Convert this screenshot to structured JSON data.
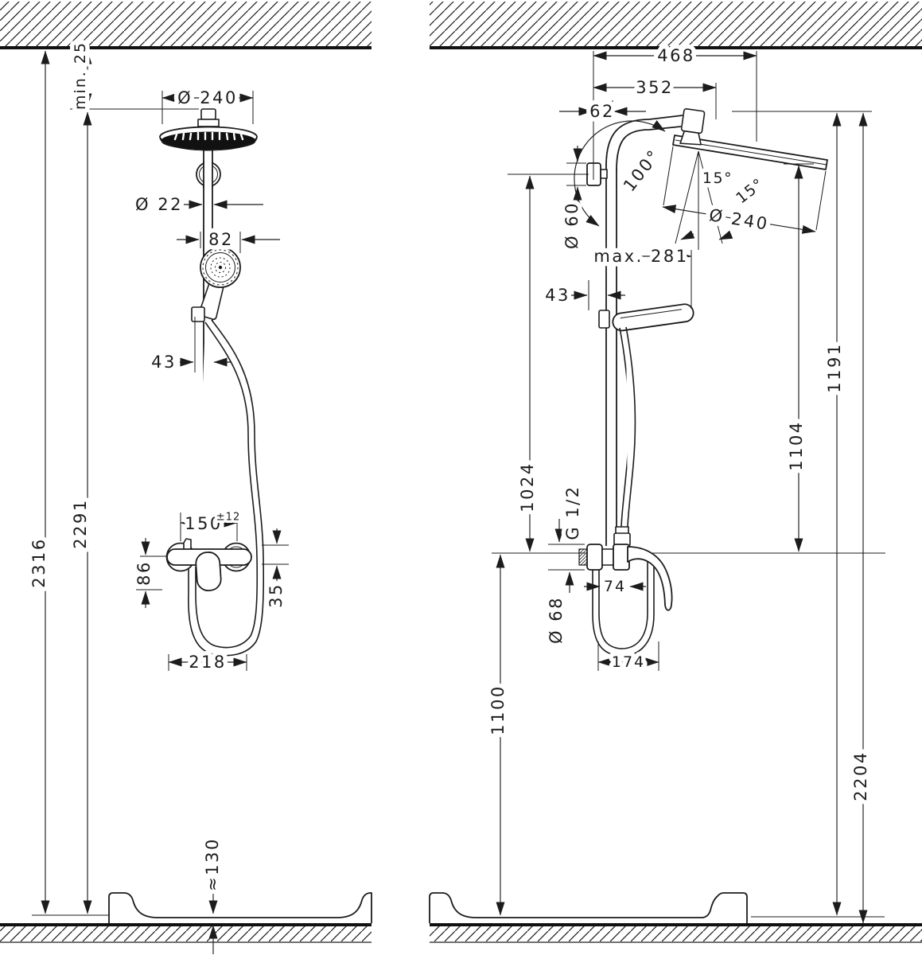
{
  "meta": {
    "drawing_type": "shower-system installation dimension drawing, front and side view",
    "ink_color": "#1c1c1c",
    "background_color": "#ffffff"
  },
  "front_view": {
    "dims": {
      "total_height": "2316",
      "height_to_head_top": "2291",
      "min_ceiling_clearance": "min. 25",
      "head_diameter": "Ø 240",
      "pipe_diameter": "Ø 22",
      "handshower_width": "82",
      "holder_offset": "43",
      "mixer_centers": "150",
      "mixer_centers_tolerance": "±12",
      "below_mixer": "86",
      "escutcheon_height": "35",
      "hose_loop_width": "218",
      "tray_height": "≈130"
    }
  },
  "side_view": {
    "dims": {
      "total_reach": "468",
      "arm_reach": "352",
      "pipe_wall_offset": "62",
      "swivel_angle": "100°",
      "tilt_angle_a": "15°",
      "tilt_angle_b": "15°",
      "head_diameter": "Ø 240",
      "bracket_diameter": "Ø 60",
      "max_handshower_reach": "max. 281",
      "wall_clearance": "43",
      "bar_height": "1024",
      "head_face_height": "1104",
      "head_top_height": "1191",
      "total_height": "2204",
      "thread_size": "G 1/2",
      "mixer_escutcheon_diameter": "Ø 68",
      "valve_depth": "74",
      "hose_loop_width": "174",
      "mixer_height": "1100"
    }
  }
}
